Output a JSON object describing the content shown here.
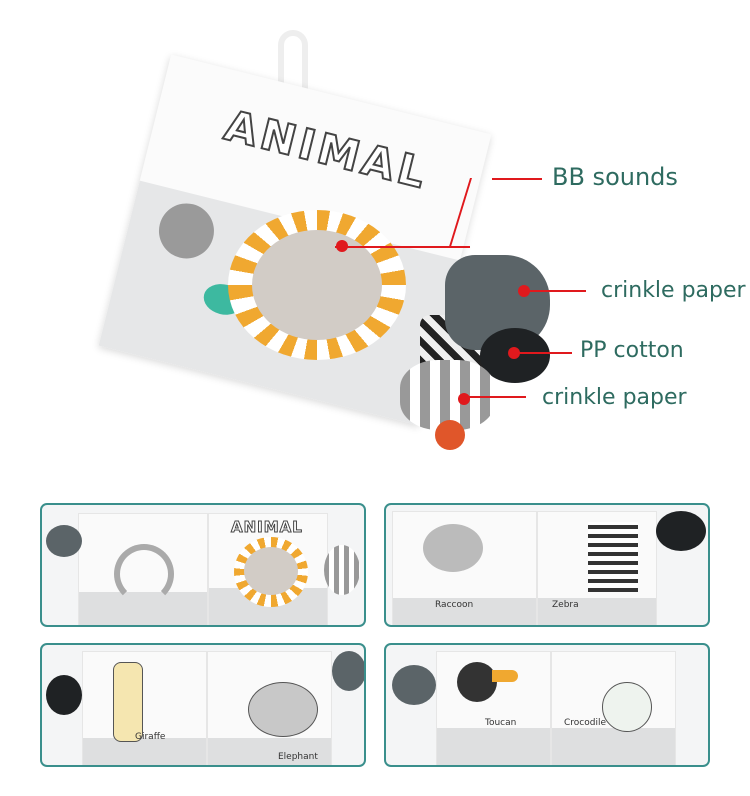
{
  "book": {
    "cover_title": "ANIMAL"
  },
  "callouts": [
    {
      "label": "BB sounds"
    },
    {
      "label": "crinkle paper"
    },
    {
      "label": "PP cotton"
    },
    {
      "label": "crinkle paper"
    }
  ],
  "panels": [
    {
      "title": "ANIMAL",
      "names": []
    },
    {
      "names": [
        "Raccoon",
        "Zebra"
      ]
    },
    {
      "names": [
        "Giraffe",
        "Elephant"
      ]
    },
    {
      "names": [
        "Toucan",
        "Crocodile"
      ]
    }
  ],
  "colors": {
    "callout_text": "#2e6b60",
    "callout_line": "#e0191d",
    "panel_border": "#3a8f8c",
    "lion_mane": "#f0a830"
  }
}
